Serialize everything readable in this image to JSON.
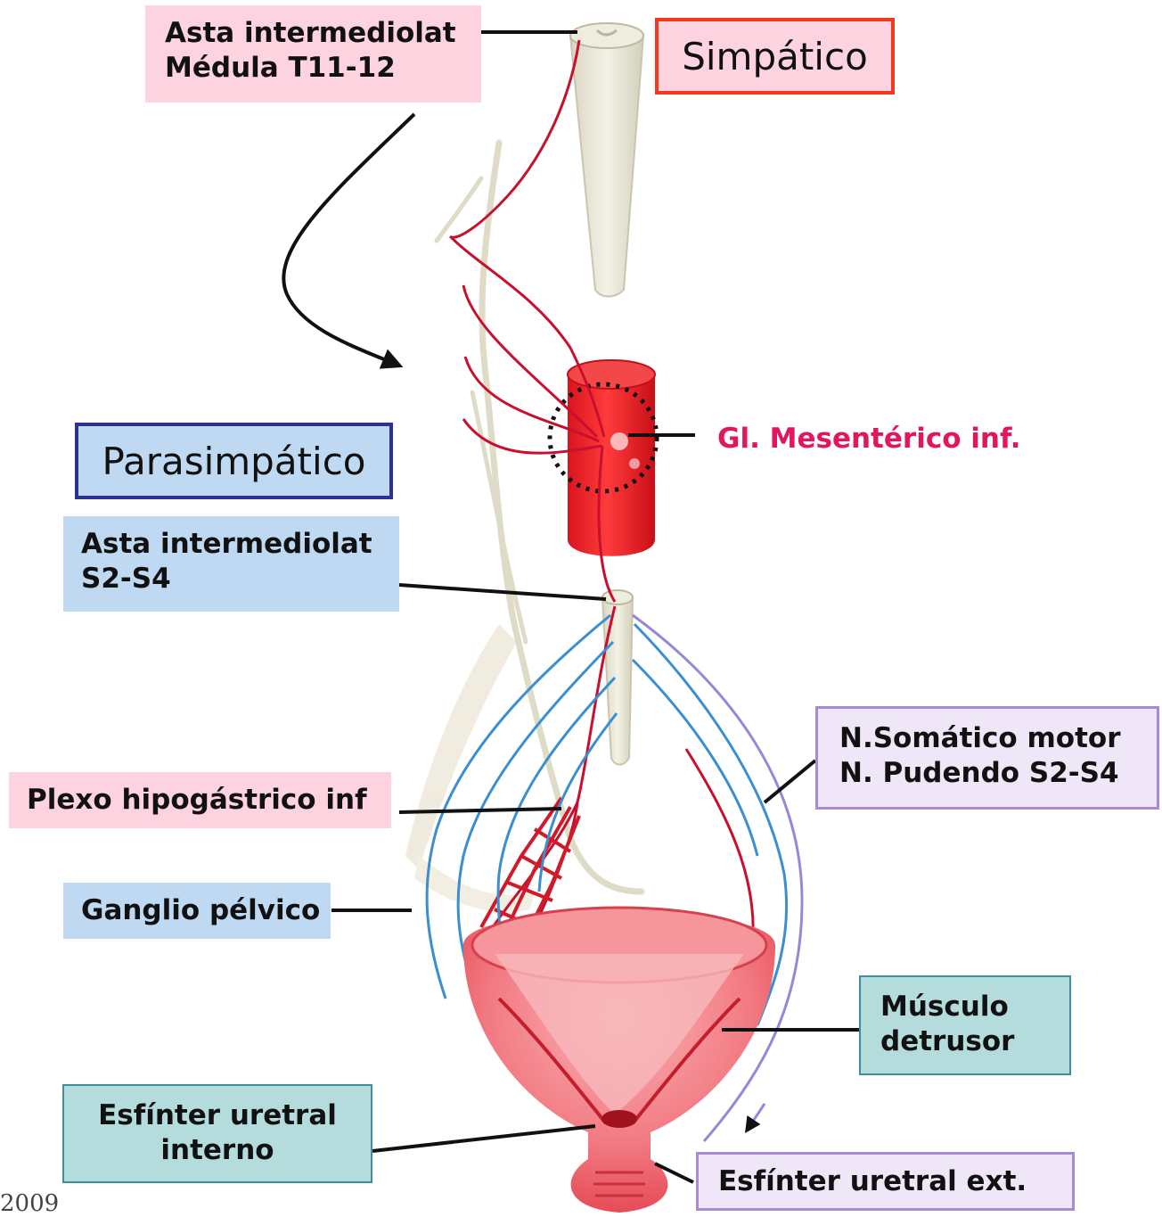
{
  "titles": {
    "simpatico": "Simpático",
    "parasimpatico": "Parasimpático"
  },
  "labels": {
    "asta_t11": {
      "line1": "Asta intermediolat",
      "line2": "Médula T11-12"
    },
    "gl_mesenterico": "Gl. Mesentérico inf.",
    "asta_s2": {
      "line1": "Asta intermediolat",
      "line2": "S2-S4"
    },
    "somatico": {
      "line1": "N.Somático motor",
      "line2": "N. Pudendo S2-S4"
    },
    "plexo": "Plexo hipogástrico inf",
    "ganglio": "Ganglio pélvico",
    "musculo": {
      "line1": "Músculo",
      "line2": "detrusor"
    },
    "esfinter_int": {
      "line1": "Esfínter uretral",
      "line2": "interno"
    },
    "esfinter_ext": "Esfínter uretral ext.",
    "year": "2009"
  },
  "colors": {
    "simpatico_border": "#f0391e",
    "simpatico_fill": "#fcd3df",
    "parasimpatico_border": "#2e3191",
    "parasimpatico_fill": "#bfd9f3",
    "gl_text": "#e1165f",
    "nerve_red": "#c8102e",
    "nerve_blue": "#3b8fd0",
    "nerve_purple": "#9a86d6",
    "bladder": "#ef6a73"
  }
}
